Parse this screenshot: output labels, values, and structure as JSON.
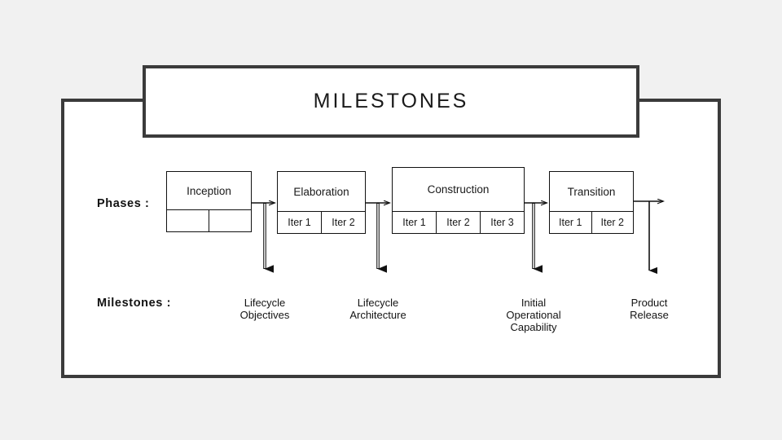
{
  "slide": {
    "background_color": "#f1f1f1",
    "frame_color": "#3b3b3b",
    "line_color": "#111111"
  },
  "title": {
    "text": "MILESTONES"
  },
  "rows": {
    "phases_label": "Phases :",
    "milestones_label": "Milestones :"
  },
  "phases": [
    {
      "name": "Inception",
      "iterations": [
        "",
        ""
      ]
    },
    {
      "name": "Elaboration",
      "iterations": [
        "Iter 1",
        "Iter 2"
      ]
    },
    {
      "name": "Construction",
      "iterations": [
        "Iter 1",
        "Iter 2",
        "Iter 3"
      ]
    },
    {
      "name": "Transition",
      "iterations": [
        "Iter 1",
        "Iter 2"
      ]
    }
  ],
  "milestones": [
    {
      "line1": "Lifecycle",
      "line2": "Objectives",
      "line3": ""
    },
    {
      "line1": "Lifecycle",
      "line2": "Architecture",
      "line3": ""
    },
    {
      "line1": "Initial",
      "line2": "Operational",
      "line3": "Capability"
    },
    {
      "line1": "Product",
      "line2": "Release",
      "line3": ""
    }
  ]
}
